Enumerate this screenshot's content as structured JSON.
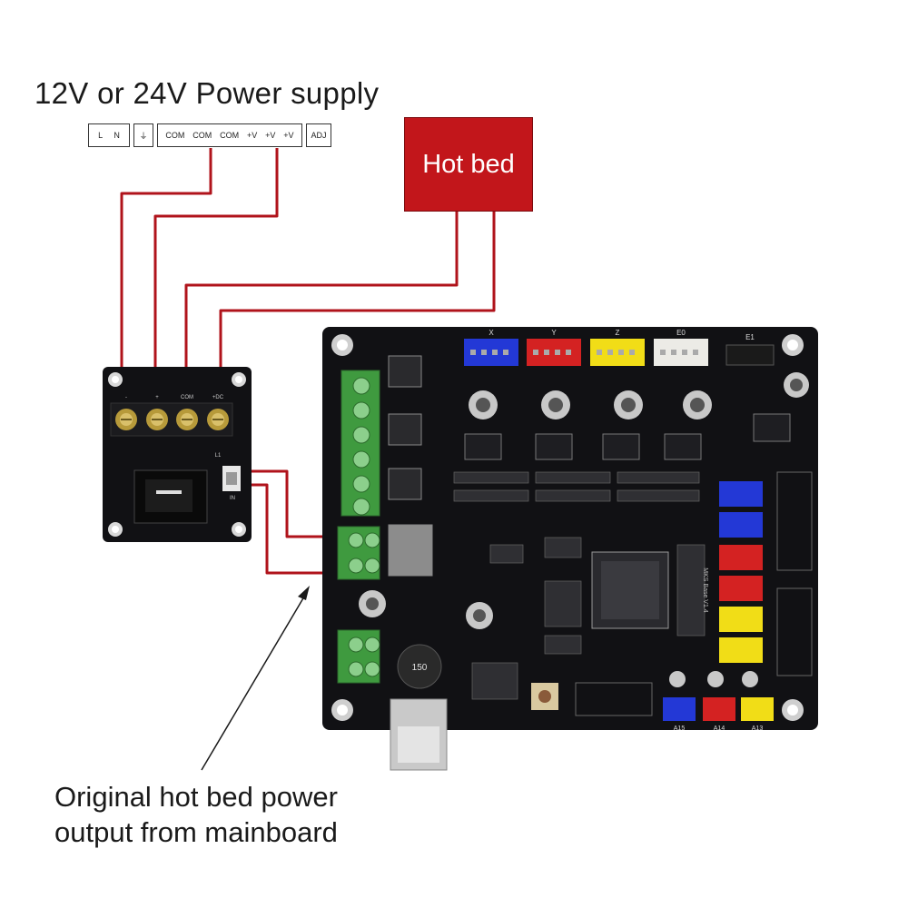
{
  "title": "12V or 24V Power supply",
  "caption": {
    "line1": "Original hot bed power",
    "line2": "output from mainboard"
  },
  "hot_bed_label": "Hot bed",
  "power_supply_terminals": {
    "ac": [
      "L",
      "N"
    ],
    "ground": "⏚",
    "dc": [
      "COM",
      "COM",
      "COM",
      "+V",
      "+V",
      "+V"
    ],
    "adj": "ADJ"
  },
  "mosfet_module_labels": [
    "-",
    "+",
    "COM",
    "+DC",
    "L1",
    "IN"
  ],
  "mainboard_labels": {
    "stepper_headers": [
      "X",
      "Y",
      "Z",
      "E0",
      "E1"
    ],
    "inductor": "150",
    "analog_pins": [
      "A15",
      "A14",
      "A13"
    ],
    "board_name": "MKS Base V1.4"
  },
  "colors": {
    "wire": "#b0131b",
    "hotbed": "#c2161b",
    "pcb": "#111114",
    "green_terminal": "#3f9a3f",
    "header_blue": "#2338d6",
    "header_red": "#d42222",
    "header_yellow": "#f1dd17",
    "header_white": "#ecebe6"
  }
}
